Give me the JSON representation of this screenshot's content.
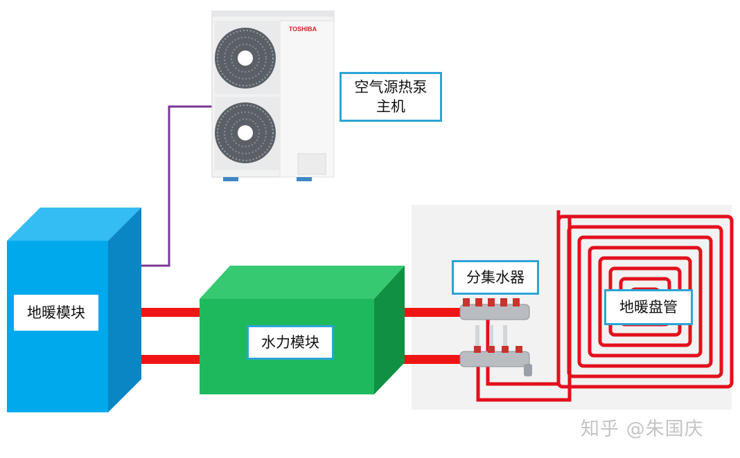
{
  "diagram": {
    "heat_pump": {
      "brand_logo": "TOSHIBA",
      "label_lines": [
        "空气源热泵",
        "主机"
      ]
    },
    "floor_heating_module": {
      "label": "地暖模块",
      "front_color": "#00a9ec",
      "side_color": "#0a86c4",
      "top_color": "#34bdf2"
    },
    "hydraulic_module": {
      "label": "水力模块",
      "front_color": "#1eb95c",
      "side_color": "#0e9142",
      "top_color": "#37c872"
    },
    "manifold": {
      "label": "分集水器"
    },
    "floor_coil": {
      "label": "地暖盘管",
      "pipe_color": "#e3101c"
    },
    "control_wire_color": "#7a3594",
    "hot_pipe_color": "#f01515",
    "label_border_color": "#2aa4d6"
  },
  "watermark": "知乎 @朱国庆"
}
